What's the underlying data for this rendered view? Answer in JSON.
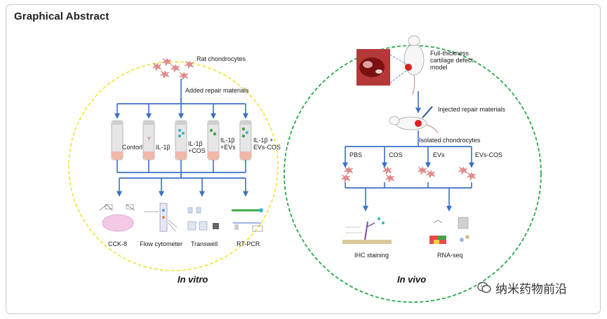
{
  "header": {
    "title": "Graphical Abstract"
  },
  "in_vitro": {
    "heading": "In vitro",
    "cell_source": "Rat chondrocytes",
    "step_label": "Added  repair materials",
    "groups": [
      "Contorl",
      "IL-1β",
      "IL-1β\n+COS",
      "IL-1β\n+EVs",
      "IL-1β +\nEVs-COS"
    ],
    "assays": [
      "CCK-8",
      "Flow cytometer",
      "Transwell",
      "RT-PCR"
    ]
  },
  "in_vivo": {
    "heading": "In vivo",
    "model_label": "Full-thickness\ncartilage defect\nmodel",
    "injection_label": "Injected repair materials",
    "isolation_label": "Isolated chondrocytes",
    "groups": [
      "PBS",
      "COS",
      "EVs",
      "EVs-COS"
    ],
    "assays": [
      "IHC staining",
      "RNA-seq"
    ]
  },
  "watermark": {
    "text": "纳米药物前沿"
  },
  "colors": {
    "in_vitro_circle": "#f0e64a",
    "in_vivo_circle": "#2aa84a",
    "arrow": "#3b6fc4",
    "cell": "#e58a8a",
    "mouse_dot": "#e02020"
  }
}
